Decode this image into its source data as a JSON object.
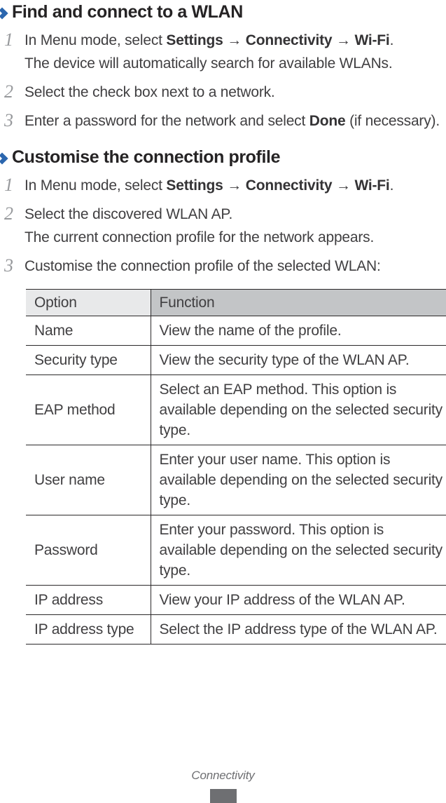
{
  "colors": {
    "accent": "#2b66ae",
    "heading_text": "#252324",
    "body_text": "#403f41",
    "step_number": "#97999c",
    "table_border": "#2b292a",
    "option_header_bg": "#e8e9ea",
    "function_header_bg": "#c3c5c7",
    "footer_gray": "#6e6f72"
  },
  "sections": [
    {
      "title": "Find and connect to a WLAN",
      "steps": [
        {
          "number": "1",
          "paragraphs": [
            [
              {
                "t": "In Menu mode, select "
              },
              {
                "t": "Settings",
                "b": true
              },
              {
                "t": " → "
              },
              {
                "t": "Connectivity",
                "b": true
              },
              {
                "t": " → "
              },
              {
                "t": "Wi-Fi",
                "b": true
              },
              {
                "t": "."
              }
            ],
            [
              {
                "t": "The device will automatically search for available WLANs."
              }
            ]
          ]
        },
        {
          "number": "2",
          "paragraphs": [
            [
              {
                "t": "Select the check box next to a network."
              }
            ]
          ]
        },
        {
          "number": "3",
          "paragraphs": [
            [
              {
                "t": "Enter a password for the network and select "
              },
              {
                "t": "Done",
                "b": true
              },
              {
                "t": " (if necessary)."
              }
            ]
          ]
        }
      ]
    },
    {
      "title": "Customise the connection profile",
      "steps": [
        {
          "number": "1",
          "paragraphs": [
            [
              {
                "t": "In Menu mode, select "
              },
              {
                "t": "Settings",
                "b": true
              },
              {
                "t": " → "
              },
              {
                "t": "Connectivity",
                "b": true
              },
              {
                "t": " → "
              },
              {
                "t": "Wi-Fi",
                "b": true
              },
              {
                "t": "."
              }
            ]
          ]
        },
        {
          "number": "2",
          "paragraphs": [
            [
              {
                "t": "Select the discovered WLAN AP."
              }
            ],
            [
              {
                "t": "The current connection profile for the network appears."
              }
            ]
          ]
        },
        {
          "number": "3",
          "paragraphs": [
            [
              {
                "t": "Customise the connection profile of the selected WLAN:"
              }
            ]
          ]
        }
      ]
    }
  ],
  "table": {
    "headers": [
      "Option",
      "Function"
    ],
    "rows": [
      {
        "option": "Name",
        "function": "View the name of the profile."
      },
      {
        "option": "Security type",
        "function": "View the security type of the WLAN AP."
      },
      {
        "option": "EAP method",
        "function": "Select an EAP method. This option is available depending on the selected security type."
      },
      {
        "option": "User name",
        "function": "Enter your user name. This option is available depending on the selected security type."
      },
      {
        "option": "Password",
        "function": "Enter your password. This option is available depending on the selected security type."
      },
      {
        "option": "IP address",
        "function": "View your IP address of the WLAN AP."
      },
      {
        "option": "IP address type",
        "function": "Select the IP address type of the WLAN AP."
      }
    ]
  },
  "footer": {
    "chapter": "Connectivity"
  }
}
